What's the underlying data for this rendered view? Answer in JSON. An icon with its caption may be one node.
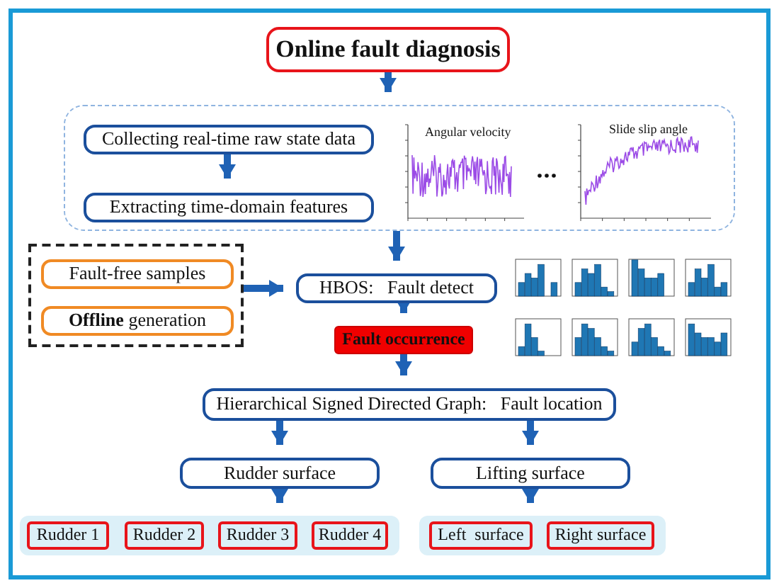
{
  "diagram": {
    "nodes": [
      {
        "text": [
          "Online fault diagnosis"
        ]
      },
      {
        "text": [],
        "shape": "box"
      },
      {
        "text": [
          "Collecting real-time raw state data"
        ],
        "in": 1
      },
      {
        "text": [
          "Extracting time-domain features"
        ],
        "in": 1
      },
      {
        "text": [],
        "shape": "box"
      },
      {
        "text": [
          "Fault-free samples"
        ],
        "in": 4
      },
      {
        "text": [
          "**Offline** generation"
        ],
        "in": 4
      },
      {
        "text": [
          "HBOS:   Fault detect"
        ]
      },
      {
        "text": [
          "Fault occurrence"
        ]
      },
      {
        "text": [
          "Hierarchical Signed Directed Graph:   Fault location"
        ]
      },
      {
        "text": [
          "Rudder surface"
        ]
      },
      {
        "text": [
          "Lifting surface"
        ]
      },
      {
        "text": [],
        "shape": "box"
      },
      {
        "text": [
          "Rudder 1"
        ],
        "in": 12
      },
      {
        "text": [
          "Rudder 2"
        ],
        "in": 12
      },
      {
        "text": [
          "Rudder 3"
        ],
        "in": 12
      },
      {
        "text": [
          "Rudder 4"
        ],
        "in": 12
      },
      {
        "text": [],
        "shape": "box"
      },
      {
        "text": [
          "Left  surface"
        ],
        "in": 17
      },
      {
        "text": [
          "Right surface"
        ],
        "in": 17
      }
    ],
    "edges": [
      {
        "from": 0,
        "to": 1,
        "arrow": "to"
      },
      {
        "from": 2,
        "to": 3,
        "arrow": "to"
      },
      {
        "from": 1,
        "to": 7,
        "arrow": "to"
      },
      {
        "from": 4,
        "to": 7,
        "arrow": "to"
      },
      {
        "from": 7,
        "to": 8,
        "arrow": "to"
      },
      {
        "from": 8,
        "to": 9,
        "arrow": "to"
      },
      {
        "from": 9,
        "to": 10,
        "arrow": "to"
      },
      {
        "from": 9,
        "to": 11,
        "arrow": "to"
      },
      {
        "from": 10,
        "to": 12,
        "arrow": "to"
      },
      {
        "from": 11,
        "to": 17,
        "arrow": "to"
      }
    ],
    "labels": [
      "Angular velocity",
      "Slide slip angle"
    ]
  }
}
